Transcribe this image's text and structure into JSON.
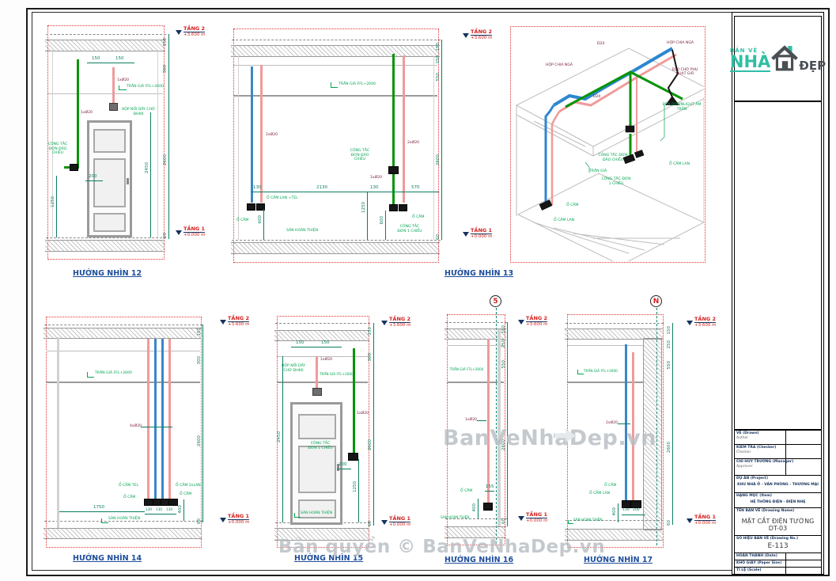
{
  "watermark": {
    "center": "BanVeNhaDep.vn",
    "bottom": "Bản quyền © BanVeNhaDep.vn"
  },
  "logo": {
    "tag": "BẢN VẼ",
    "name": "NHÀ",
    "suffix": "ĐẸP"
  },
  "levels": {
    "t2": "TẦNG 2",
    "t2e": "+3.600 m",
    "t1": "TẦNG 1",
    "t1e": "+0.000 m"
  },
  "bubbles": {
    "s5": "5",
    "n": "N"
  },
  "p12": {
    "title": "HƯỚNG NHÌN 12",
    "w_green": "1xØ20",
    "w_pink": "1xØ20",
    "tran": "TRẦN GIẢ FFL+2600",
    "hop": "HỘP NỐI DÂY CHỜ ĐHKK",
    "ct": "CÔNG TẮC ĐƠN ĐẢO CHIỀU",
    "d150a": "150",
    "d150b": "150",
    "r150": "150",
    "r300": "300",
    "r2600": "2600",
    "r60": "60",
    "d2450": "2450",
    "d200": "200",
    "d1250": "1250"
  },
  "p13": {
    "title": "HƯỚNG NHÌN 13",
    "w_left": "2xØ20",
    "w_right": "2xØ20",
    "w_g": "1xØ20",
    "tran": "TRẦN GIẢ FFL+2600",
    "ocam_lan_tel": "Ổ CẮM LAN +TEL",
    "ocam_l": "Ổ CẮM",
    "ocam_r": "Ổ CẮM",
    "ct_dao": "CÔNG TẮC ĐƠN ĐẢO CHIỀU",
    "ct_1c": "CÔNG TẮC ĐƠN 1 CHIỀU",
    "san": "SÀN HOÀN THIỆN",
    "d130a": "130",
    "d2130": "2130",
    "d130b": "130",
    "d570": "570",
    "d1250": "1250",
    "d600a": "600",
    "d600b": "600",
    "r150": "150",
    "r250": "250",
    "r550": "550",
    "r2600": "2600",
    "r60": "60"
  },
  "iso": {
    "d20a": "D20",
    "d20b": "D20",
    "hopa": "HỘP CHIA NGẢ",
    "hopb": "HỘP CHIA NGẢ",
    "cho": "D20 CHỜ PHỤ QUẠT GIÓ",
    "den": "ĐÈN DOWNLIGHT ÂM TRẦN",
    "tran": "TRẦN GIẢ",
    "ct_dao": "CÔNG TẮC ĐƠN ĐẢO CHIỀU",
    "ct_1c": "CÔNG TẮC ĐƠN 1 CHIỀU",
    "ocam_lan": "Ổ CẮM LAN",
    "ocam": "Ổ CẮM",
    "ocam_lan2": "Ổ CẮM LAN"
  },
  "p14": {
    "title": "HƯỚNG NHÌN 14",
    "w4": "4xØ20",
    "tran": "TRẦN GIẢ FFL+2600",
    "ocam_tel": "Ổ CẮM TEL",
    "ocam_a": "Ổ CẮM",
    "ocam_2lan": "Ổ CẮM 2xLAN",
    "ocam_b": "Ổ CẮM",
    "san": "SÀN HOÀN THIỆN",
    "d1750": "1750",
    "d130a": "130",
    "d130b": "130",
    "d130c": "130",
    "d400": "400",
    "r150": "150",
    "r300": "300",
    "r2600": "2600",
    "r60": "60"
  },
  "p15": {
    "title": "HƯỚNG NHÌN 15",
    "w_pink": "1xØ20",
    "w_green": "1xØ20",
    "hop": "HỘP NỐI DÂY CHỜ ĐHKK",
    "tran": "TRẦN GIẢ FFL+2600",
    "ct_1c": "CÔNG TẮC ĐƠN 1 CHIỀU",
    "san": "SÀN HOÀN THIỆN",
    "d150a": "150",
    "d150b": "150",
    "d200": "200",
    "d1250": "1250",
    "d2450": "2450",
    "r150": "150",
    "r300": "300",
    "r2600": "2600",
    "r60": "60"
  },
  "p16": {
    "title": "HƯỚNG NHÌN 16",
    "w1": "1xØ20",
    "tran": "TRẦN GIẢ FFL+2600",
    "ocam": "Ổ CẮM",
    "san": "SÀN HOÀN THIỆN",
    "d155": "155",
    "d400": "400",
    "r150": "150",
    "r250": "250",
    "r550": "550",
    "r2600": "2600",
    "r60": "60"
  },
  "p17": {
    "title": "HƯỚNG NHÌN 17",
    "w2": "2xØ20",
    "tran": "TRẦN GIẢ FFL+2600",
    "ocam": "Ổ CẮM",
    "ocam_lan": "Ổ CẮM LAN",
    "san": "SÀN HOÀN THIỆN",
    "d130": "130",
    "d200": "200",
    "d400": "400",
    "r150": "150",
    "r250": "250",
    "r550": "550",
    "r2600": "2600",
    "r60": "60"
  },
  "titleblock": {
    "drawn_label": "VẼ (Drawn)",
    "drawn_value": "Author",
    "checker_label": "KIỂM TRA (Checker)",
    "checker_value": "Checker",
    "approver_label": "CHỈ HUY TRƯỞNG (Manager)",
    "approver_value": "Approver",
    "project_label": "DỰ ÁN (Project)",
    "project_value": "KHU NHÀ Ở - VĂN PHÒNG - THƯƠNG MẠI",
    "item_label": "HẠNG MỤC (Item)",
    "item_value": "HỆ THỐNG ĐIỆN - ĐIỆN NHẸ",
    "name_label": "TÊN BẢN VẼ (Drawing Name)",
    "name_value": "MẶT CẮT ĐIỆN TƯỜNG DT-03",
    "no_label": "SỐ HIỆU BẢN VẼ (Drawing No.)",
    "no_value": "E-113",
    "date_label": "HOÀN THÀNH (Date)",
    "paper_label": "KHỔ GIẤY (Paper Size)",
    "scale_label": "TỈ LỆ (Scale)"
  }
}
